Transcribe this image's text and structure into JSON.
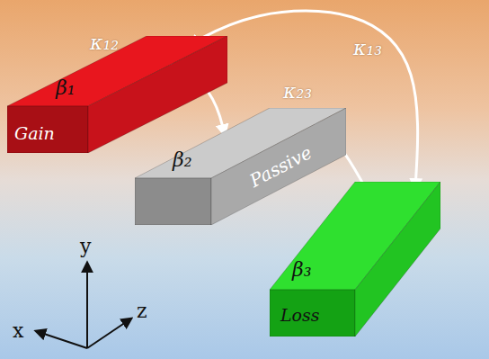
{
  "diagram": {
    "nodes": [
      {
        "text": [
          "β₁",
          "Gain"
        ]
      },
      {
        "text": [
          "β₂",
          "Passive"
        ]
      },
      {
        "text": [
          "β₃",
          "Loss"
        ]
      }
    ],
    "edges": [
      {
        "from": 0,
        "to": 1,
        "arrow": "both",
        "label": "κ₁₂"
      },
      {
        "from": 1,
        "to": 2,
        "arrow": "both",
        "label": "κ₂₃"
      },
      {
        "from": 0,
        "to": 2,
        "arrow": "both",
        "label": "κ₁₃"
      }
    ],
    "labels": [
      "y",
      "x",
      "z"
    ]
  }
}
